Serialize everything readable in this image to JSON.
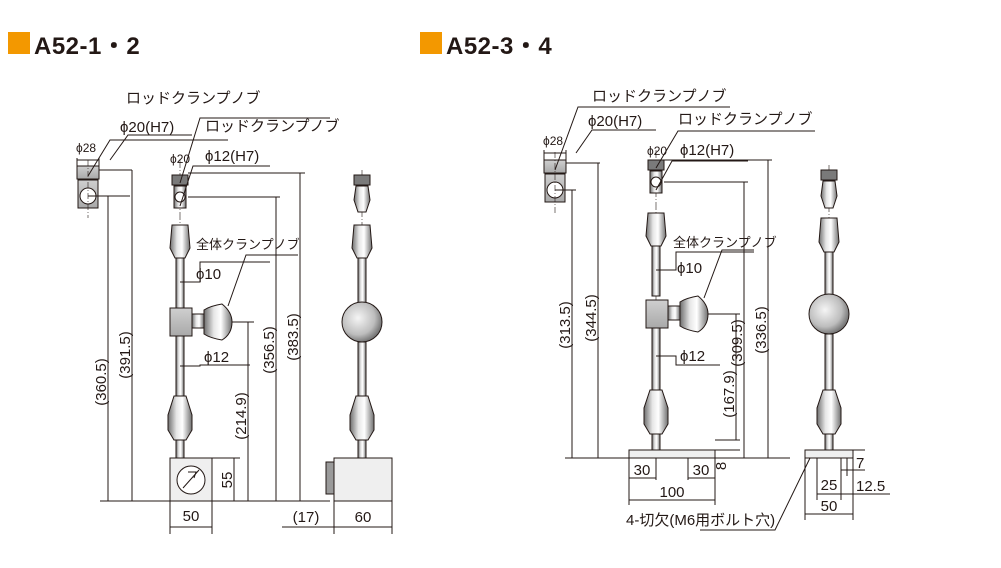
{
  "colors": {
    "accent": "#f39800",
    "line": "#231815",
    "part": "#d9d9d9",
    "part_dark": "#8c8c8c"
  },
  "left": {
    "title": "A52-1・2",
    "label_rod_knob_1": "ロッドクランプノブ",
    "label_rod_knob_2": "ロッドクランプノブ",
    "label_all_knob": "全体クランプノブ",
    "phi28": "ϕ28",
    "phi20": "ϕ20",
    "phi20_h7": "ϕ20(H7)",
    "phi12_h7": "ϕ12(H7)",
    "phi10": "ϕ10",
    "phi12": "ϕ12",
    "dim_360_5": "(360.5)",
    "dim_391_5": "(391.5)",
    "dim_356_5": "(356.5)",
    "dim_383_5": "(383.5)",
    "dim_214_9": "(214.9)",
    "dim_55": "55",
    "dim_50": "50",
    "dim_17": "(17)",
    "dim_60": "60"
  },
  "right": {
    "title": "A52-3・4",
    "label_rod_knob_1": "ロッドクランプノブ",
    "label_rod_knob_2": "ロッドクランプノブ",
    "label_all_knob": "全体クランプノブ",
    "phi28": "ϕ28",
    "phi20": "ϕ20",
    "phi20_h7": "ϕ20(H7)",
    "phi12_h7": "ϕ12(H7)",
    "phi10": "ϕ10",
    "phi12": "ϕ12",
    "dim_313_5": "(313.5)",
    "dim_344_5": "(344.5)",
    "dim_309_5": "(309.5)",
    "dim_336_5": "(336.5)",
    "dim_167_9": "(167.9)",
    "dim_30a": "30",
    "dim_30b": "30",
    "dim_8": "8",
    "dim_100": "100",
    "dim_7": "7",
    "dim_25": "25",
    "dim_12_5": "12.5",
    "dim_50": "50",
    "label_notch": "4-切欠(M6用ボルト穴)"
  }
}
